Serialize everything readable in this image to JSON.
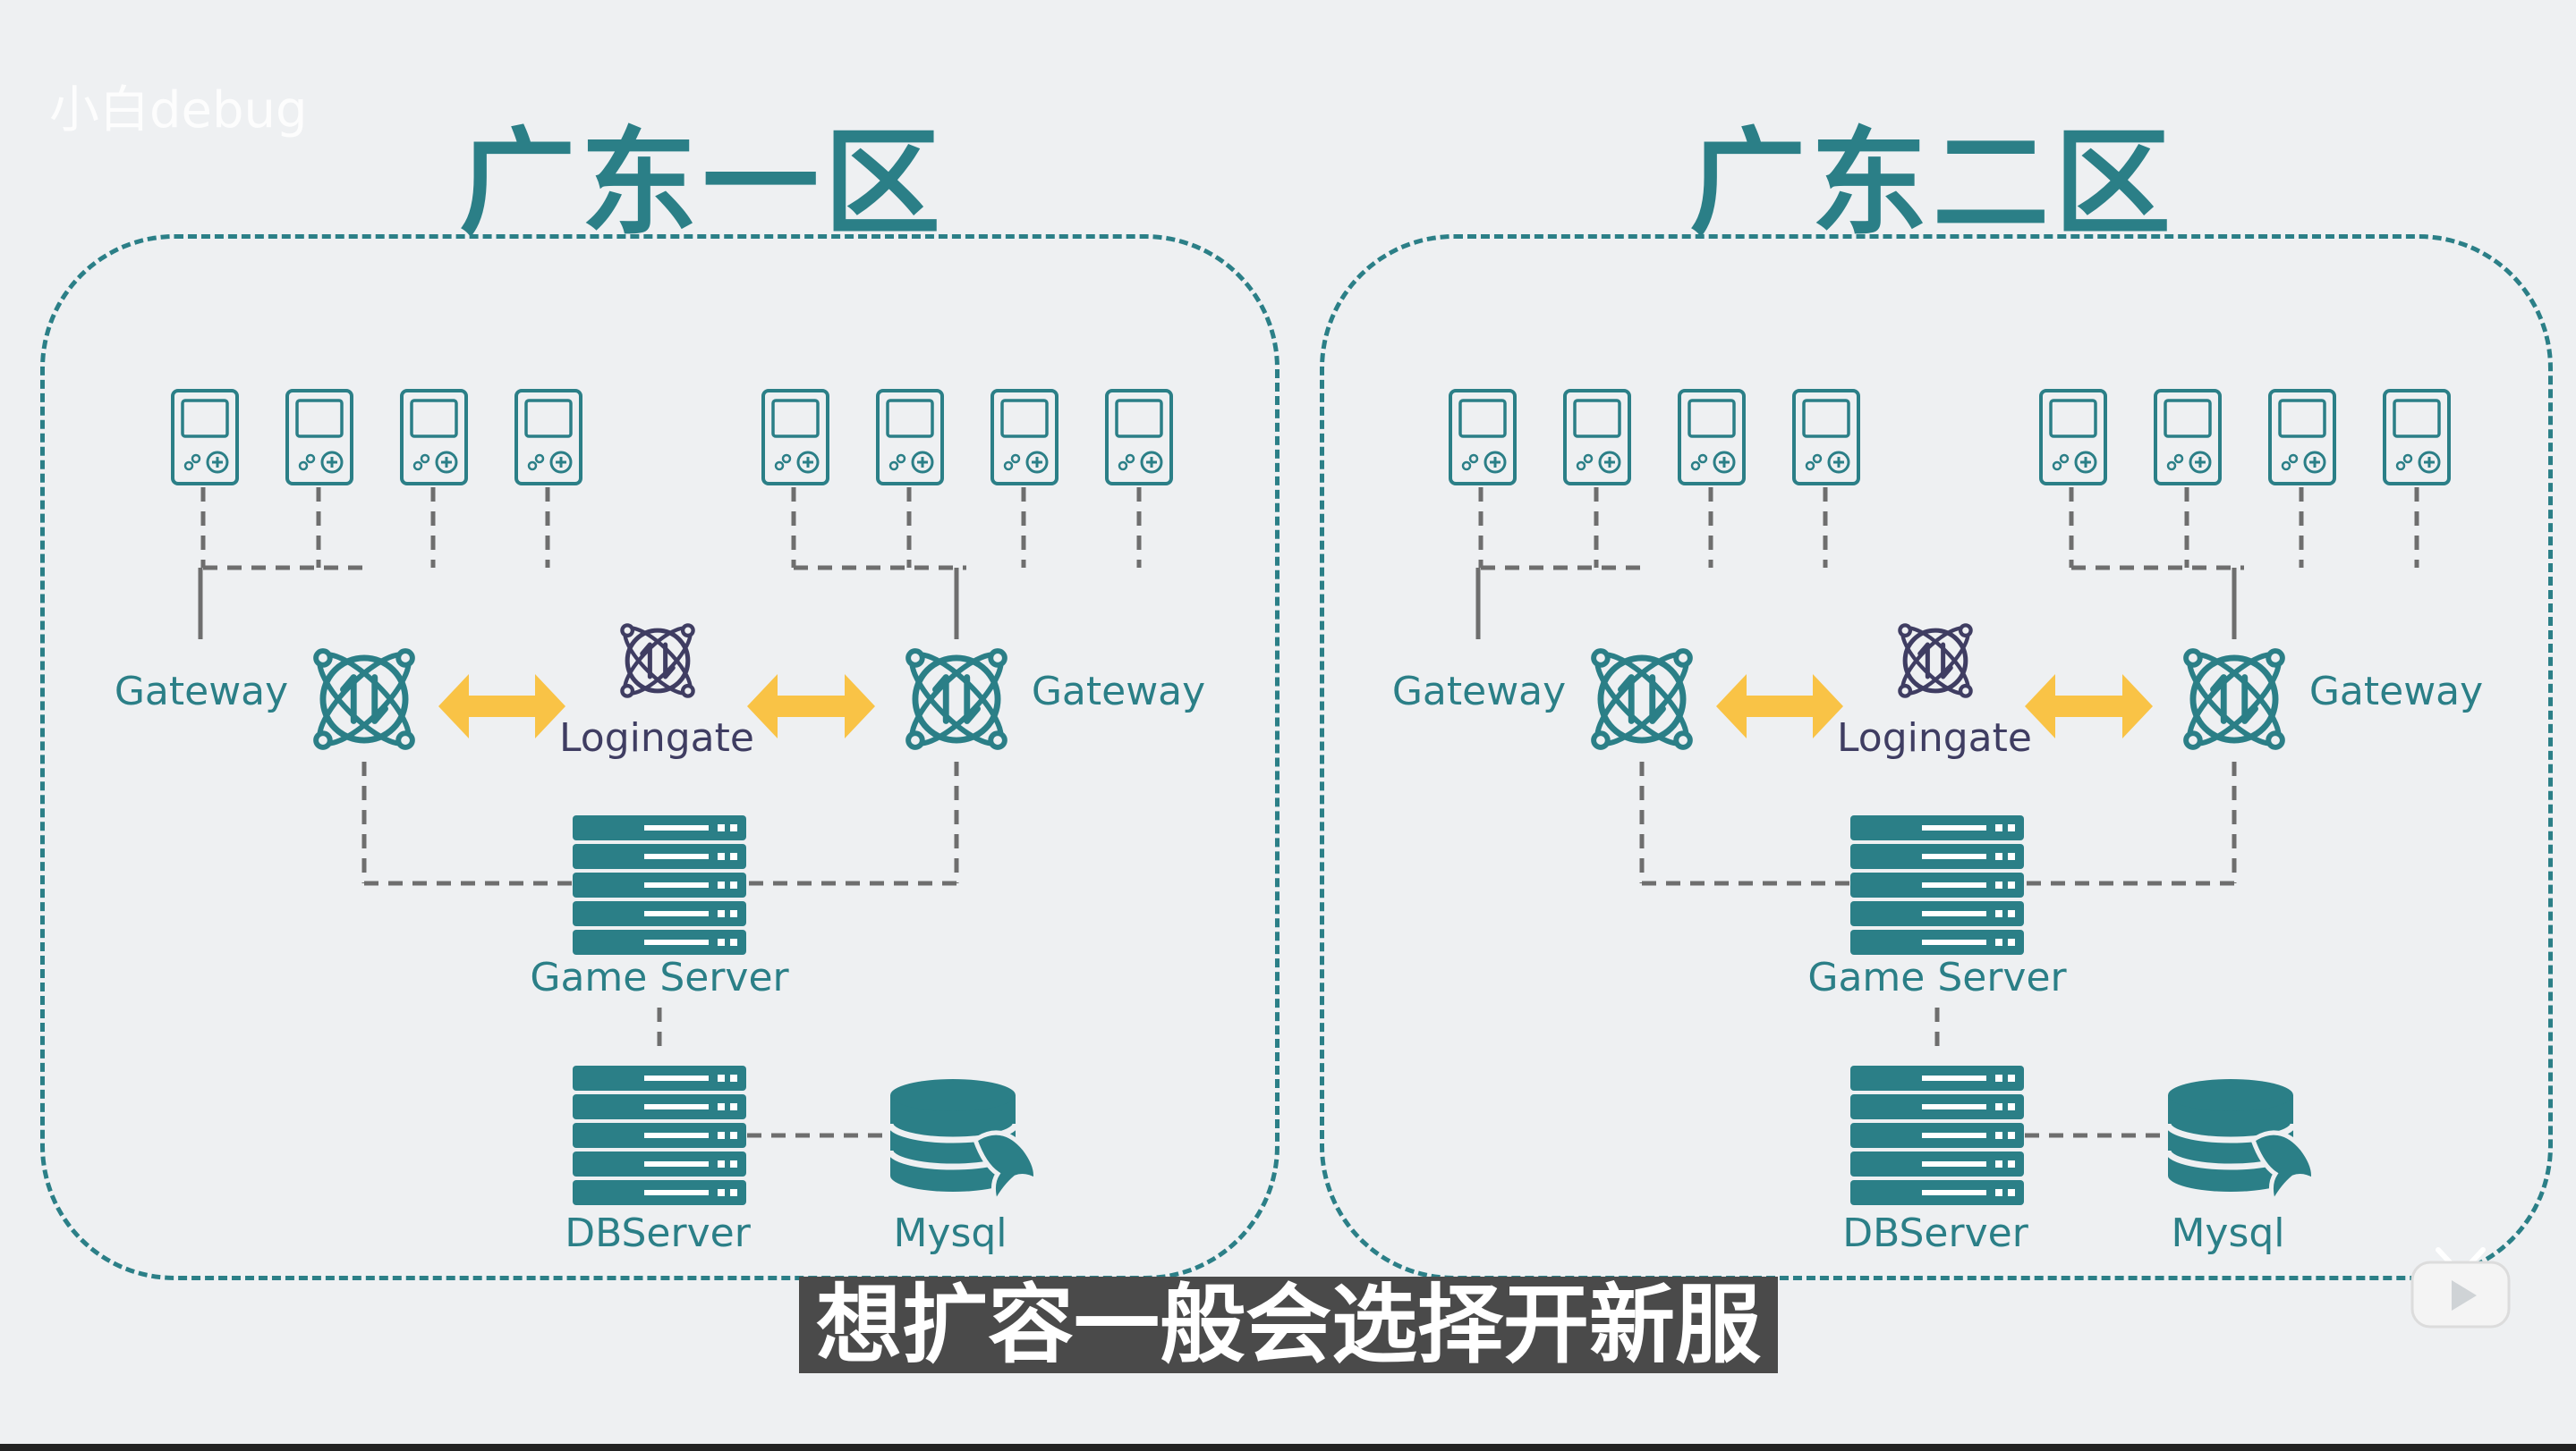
{
  "watermark": "小白debug",
  "subtitle": "想扩容一般会选择开新服",
  "zones": [
    {
      "title": "广东一区",
      "labels": {
        "gateway_left": "Gateway",
        "gateway_right": "Gateway",
        "logingate": "Logingate",
        "game_server": "Game Server",
        "db_server": "DBServer",
        "mysql": "Mysql"
      }
    },
    {
      "title": "广东二区",
      "labels": {
        "gateway_left": "Gateway",
        "gateway_right": "Gateway",
        "logingate": "Logingate",
        "game_server": "Game Server",
        "db_server": "DBServer",
        "mysql": "Mysql"
      }
    }
  ],
  "icons": {
    "client": "handheld-console-icon",
    "gateway": "network-node-icon",
    "logingate": "network-node-icon",
    "server": "server-rack-icon",
    "database": "mysql-database-icon",
    "link": "double-arrow-icon",
    "player": "video-player-icon"
  },
  "colors": {
    "primary": "#2b7f87",
    "arrow": "#f9c346",
    "logingate": "#3f3d62",
    "connector": "#6e6e6e",
    "background": "#eef0f2"
  }
}
